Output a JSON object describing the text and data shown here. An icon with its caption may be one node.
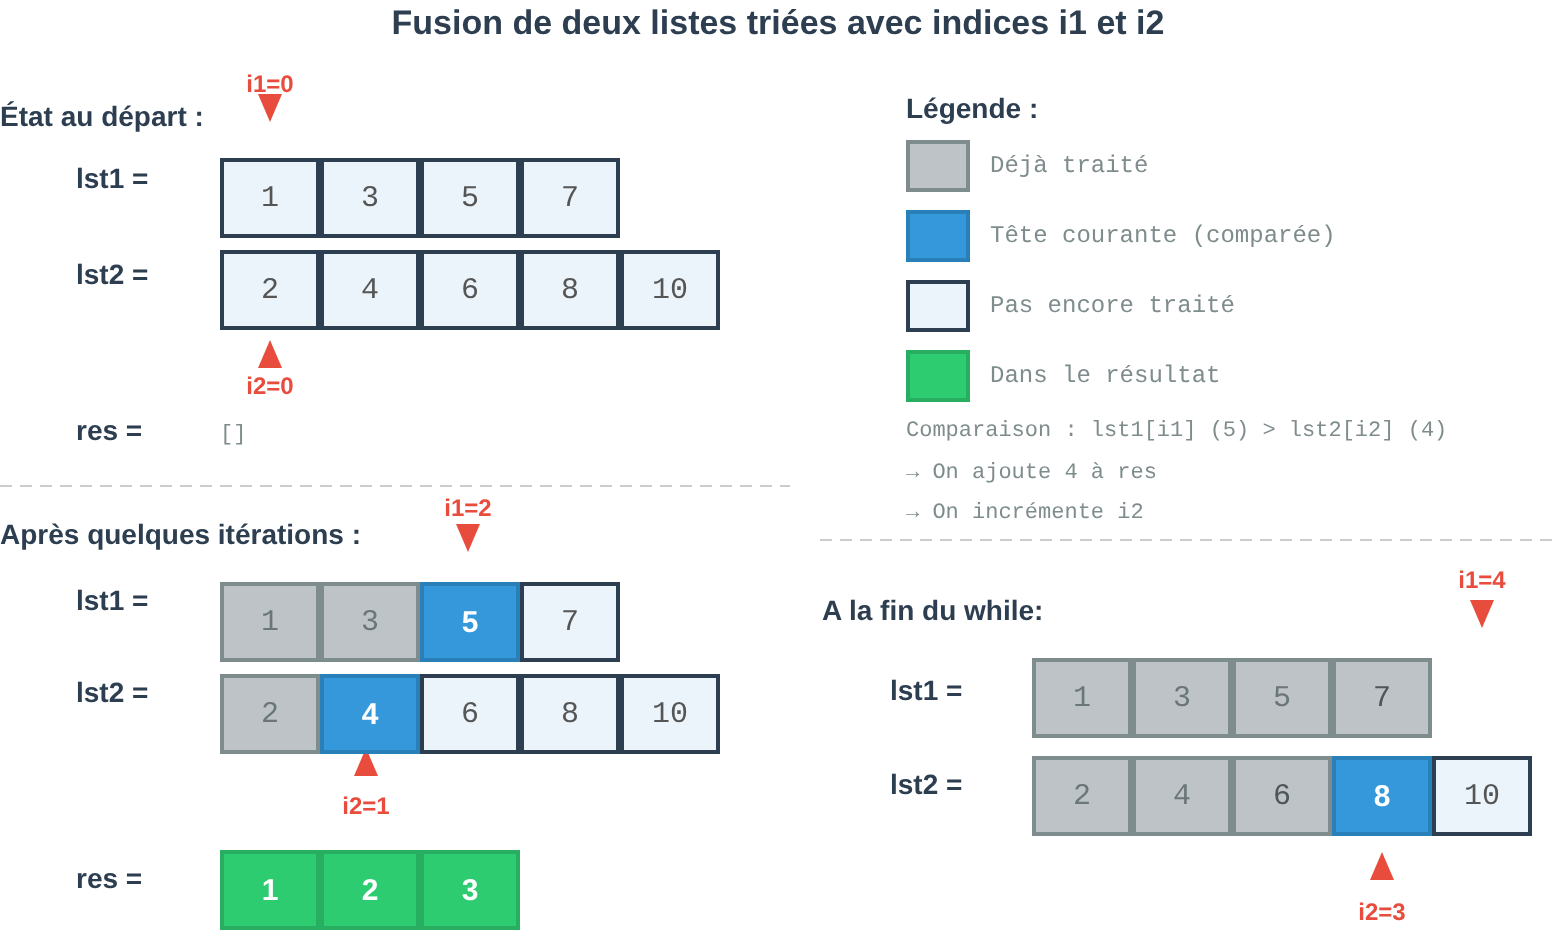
{
  "diagram": {
    "title": "Fusion de deux listes triées avec indices i1 et i2",
    "nodes": [
      {
        "text": [
          "1"
        ]
      },
      {
        "text": [
          "3"
        ]
      },
      {
        "text": [
          "5"
        ]
      },
      {
        "text": [
          "7"
        ]
      },
      {
        "text": [
          "2"
        ]
      },
      {
        "text": [
          "4"
        ]
      },
      {
        "text": [
          "6"
        ]
      },
      {
        "text": [
          "8"
        ]
      },
      {
        "text": [
          "10"
        ]
      },
      {
        "text": [
          "1"
        ]
      },
      {
        "text": [
          "3"
        ]
      },
      {
        "text": [
          "5"
        ]
      },
      {
        "text": [
          "7"
        ]
      },
      {
        "text": [
          "2"
        ]
      },
      {
        "text": [
          "4"
        ]
      },
      {
        "text": [
          "6"
        ]
      },
      {
        "text": [
          "8"
        ]
      },
      {
        "text": [
          "10"
        ]
      },
      {
        "text": [
          "1"
        ]
      },
      {
        "text": [
          "2"
        ]
      },
      {
        "text": [
          "3"
        ]
      },
      {
        "text": [
          "1"
        ]
      },
      {
        "text": [
          "3"
        ]
      },
      {
        "text": [
          "5"
        ]
      },
      {
        "text": [
          "7"
        ]
      },
      {
        "text": [
          "2"
        ]
      },
      {
        "text": [
          "4"
        ]
      },
      {
        "text": [
          "6"
        ]
      },
      {
        "text": [
          "8"
        ]
      },
      {
        "text": [
          "10"
        ]
      }
    ],
    "labels": [
      "i1=0",
      "État au départ :",
      "lst1 =",
      "lst2 =",
      "i2=0",
      "res =",
      "[]",
      "Légende :",
      "Comparaison : lst1[i1] (5) > lst2[i2] (4)",
      "→ On ajoute 4 à res",
      "→ On incrémente i2",
      "Après quelques itérations :",
      "i1=2",
      "lst1 =",
      "lst2 =",
      "i2=1",
      "res =",
      "A la fin du while:",
      "i1=4",
      "lst1 =",
      "lst2 =",
      "i2=3"
    ],
    "legend": [
      {
        "text": "Déjà traité",
        "color": "#bdc3c7"
      },
      {
        "text": "Tête courante (comparée)",
        "color": "#3498db"
      },
      {
        "text": "Pas encore traité",
        "color": "#eaf4fa"
      },
      {
        "text": "Dans le résultat",
        "color": "#2ecc71"
      }
    ]
  }
}
